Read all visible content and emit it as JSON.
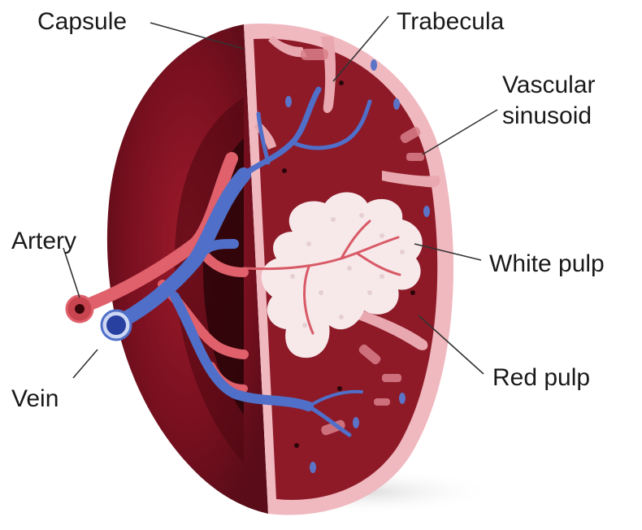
{
  "labels": {
    "capsule": "Capsule",
    "trabecula": "Trabecula",
    "vascular_line1": "Vascular",
    "vascular_line2": "sinusoid",
    "artery": "Artery",
    "white_pulp": "White pulp",
    "vein": "Vein",
    "red_pulp": "Red pulp"
  },
  "colors": {
    "outer_surface": "#7a1020",
    "outer_dark": "#4a0810",
    "capsule_pink": "#f0b8bf",
    "red_pulp": "#8e1a28",
    "trabecula": "#e9a8b0",
    "white_pulp": "#f7e8ea",
    "artery": "#e0606b",
    "vein": "#4f6fc9",
    "leader_line": "#333333"
  }
}
